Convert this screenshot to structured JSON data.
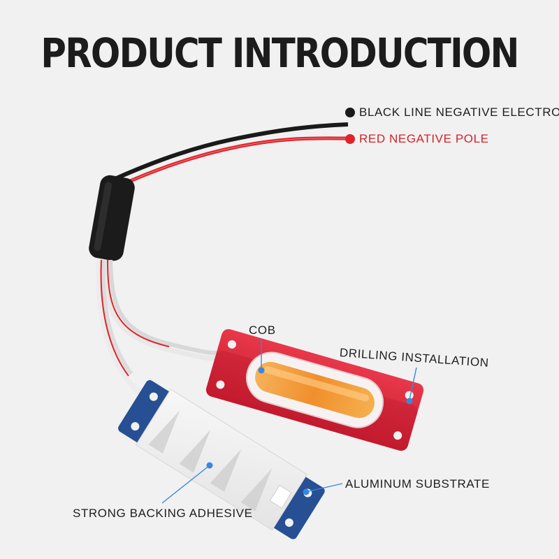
{
  "title": "PRODUCT INTRODUCTION",
  "labels": {
    "black_line": "BLACK LINE NEGATIVE ELECTRODE",
    "red_pole": "RED NEGATIVE POLE",
    "cob": "COB",
    "drilling": "DRILLING INSTALLATION",
    "aluminum": "ALUMINUM SUBSTRATE",
    "adhesive": "STRONG BACKING ADHESIVE"
  },
  "colors": {
    "background": "#f1f1f1",
    "black_wire": "#1a1a1a",
    "red_wire": "#e0232b",
    "red_module": "#d9243a",
    "blue_module": "#2f5ea8",
    "cob_light": "#f39a37",
    "pointer_dot": "#3a86e0"
  }
}
